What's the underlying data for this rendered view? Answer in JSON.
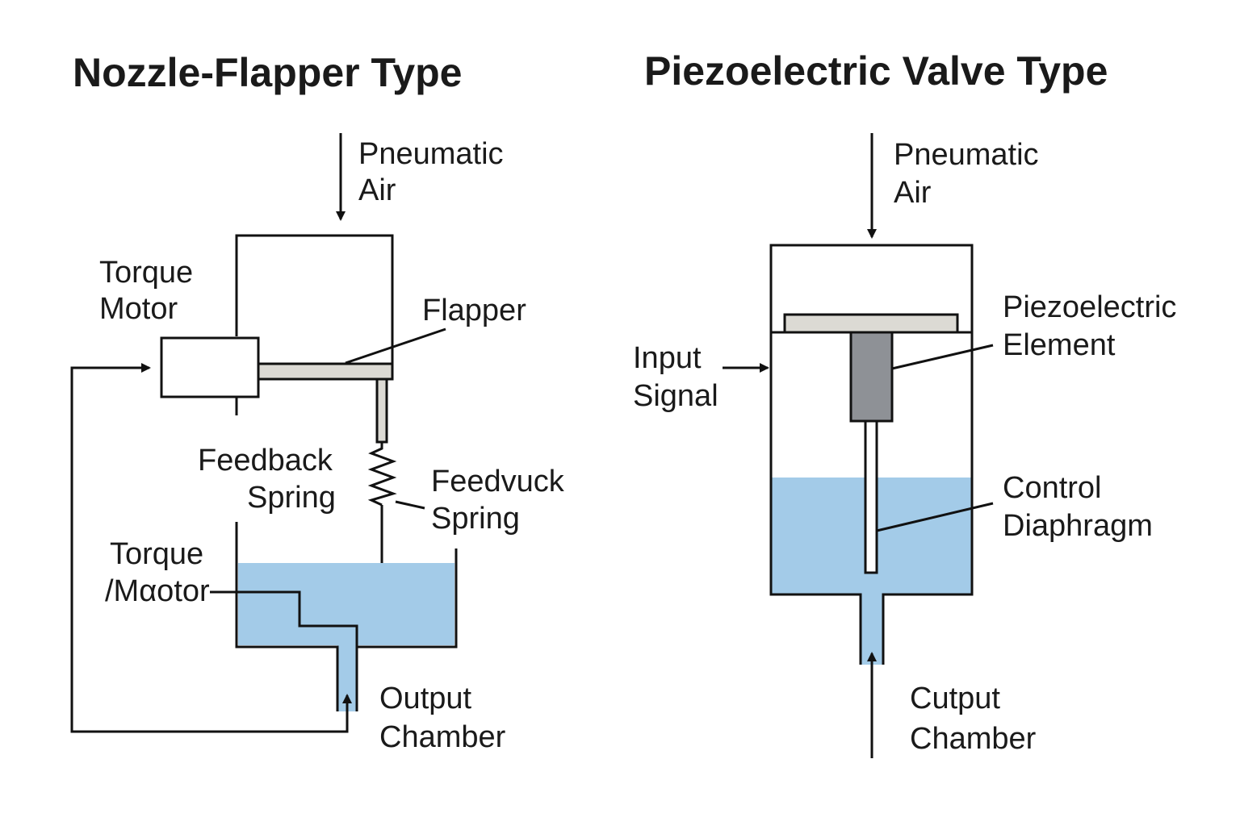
{
  "left": {
    "title": "Nozzle-Flapper Type",
    "air_label": [
      "Pneumatic",
      "Air"
    ],
    "torque_motor_label": [
      "Torque",
      "Motor"
    ],
    "flapper_label": "Flapper",
    "feedback_spring_label": [
      "Feedback",
      "Spring"
    ],
    "feedvuck_spring_label": [
      "Feedvuck",
      "Spring"
    ],
    "torque_motor_label_2": [
      "Torque",
      "/Mαotor"
    ],
    "output_label": [
      "Output",
      "Chamber"
    ]
  },
  "right": {
    "title": "Piezoelectric Valve Type",
    "air_label": [
      "Pneumatic",
      "Air"
    ],
    "input_label": [
      "Input",
      "Signal"
    ],
    "piezo_label": [
      "Piezoelectric",
      "Element"
    ],
    "diaphragm_label": [
      "Control",
      "Diaphragm"
    ],
    "output_label": [
      "Cutput",
      "Chamber"
    ]
  },
  "colors": {
    "fluid": "#a3cbe8",
    "plate": "#dcdad4",
    "piezo": "#8e9196",
    "line": "#111111"
  }
}
